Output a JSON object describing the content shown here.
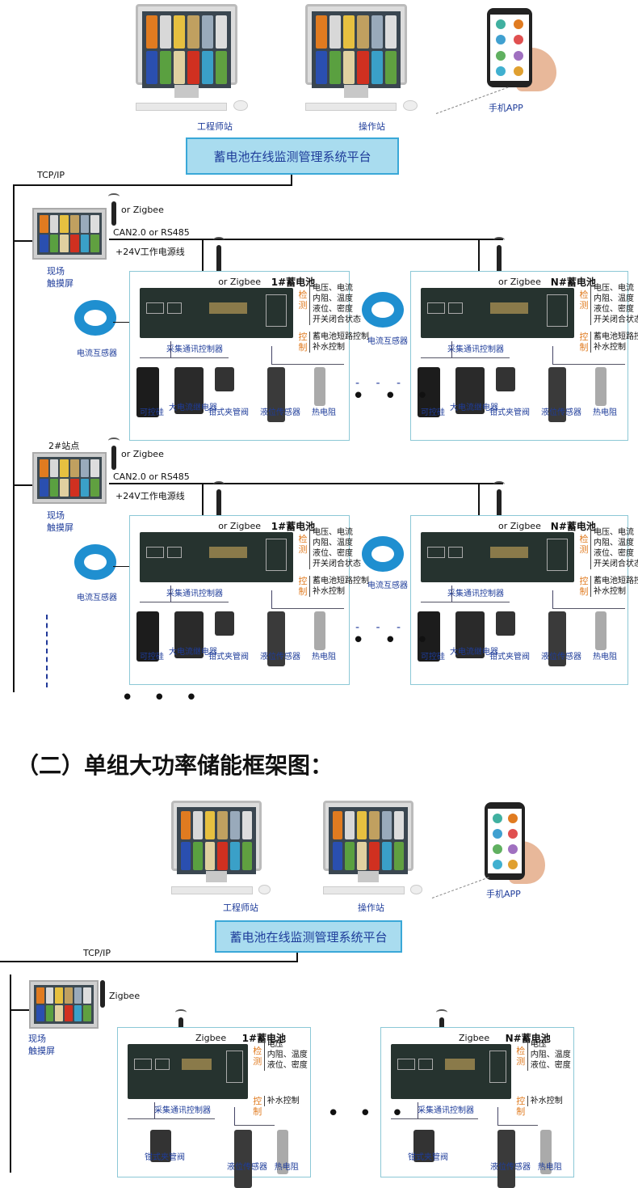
{
  "top": {
    "stations": [
      {
        "label": "工程师站"
      },
      {
        "label": "操作站"
      }
    ],
    "app_label": "手机APP",
    "platform": "蓄电池在线监测管理系统平台",
    "tcp": "TCP/IP"
  },
  "site1": {
    "touch_line1": "现场",
    "touch_line2": "触摸屏",
    "wireless": "or Zigbee",
    "bus": "CAN2.0 or RS485",
    "power": "+24V工作电源线",
    "ct_label": "电流互感器"
  },
  "site2": {
    "site_label": "2#站点",
    "touch_line1": "现场",
    "touch_line2": "触摸屏",
    "wireless": "or Zigbee",
    "bus": "CAN2.0 or RS485",
    "power": "+24V工作电源线",
    "ct_label": "电流互感器"
  },
  "battery_full": [
    {
      "title": "1#蓄电池",
      "zigbee": "or Zigbee"
    },
    {
      "title": "N#蓄电池",
      "zigbee": "or Zigbee"
    }
  ],
  "battery_full_common": {
    "detect_label": "检测",
    "detect": [
      "电压、电流",
      "内阻、温度",
      "液位、密度",
      "开关闭合状态"
    ],
    "control_label": "控制",
    "control": [
      "蓄电池短路控制",
      "补水控制"
    ],
    "controller": "采集通讯控制器",
    "components": [
      "可控硅",
      "大电流继电器",
      "钳式夹管阀",
      "液位传感器",
      "热电阻"
    ]
  },
  "heading": "（二）单组大功率储能框架图：",
  "section3": {
    "stations": [
      {
        "label": "工程师站"
      },
      {
        "label": "操作站"
      }
    ],
    "app_label": "手机APP",
    "platform": "蓄电池在线监测管理系统平台",
    "tcp": "TCP/IP",
    "touch_line1": "现场",
    "touch_line2": "触摸屏",
    "wireless": "Zigbee"
  },
  "battery_single": [
    {
      "title": "1#蓄电池",
      "zigbee": "Zigbee"
    },
    {
      "title": "N#蓄电池",
      "zigbee": "Zigbee"
    }
  ],
  "battery_single_common": {
    "detect_label": "检测",
    "detect": [
      "电压",
      "内阻、温度",
      "液位、密度"
    ],
    "control_label": "控制",
    "control": [
      "补水控制"
    ],
    "controller": "采集通讯控制器",
    "components": [
      "钳式夹管阀",
      "液位传感器",
      "热电阻"
    ]
  },
  "colors": {
    "platform_fill": "#a9dcef",
    "platform_border": "#3aa8d8",
    "label_blue": "#1e3c9a",
    "accent_orange": "#e07b20",
    "ct_blue": "#1f8fd0"
  }
}
